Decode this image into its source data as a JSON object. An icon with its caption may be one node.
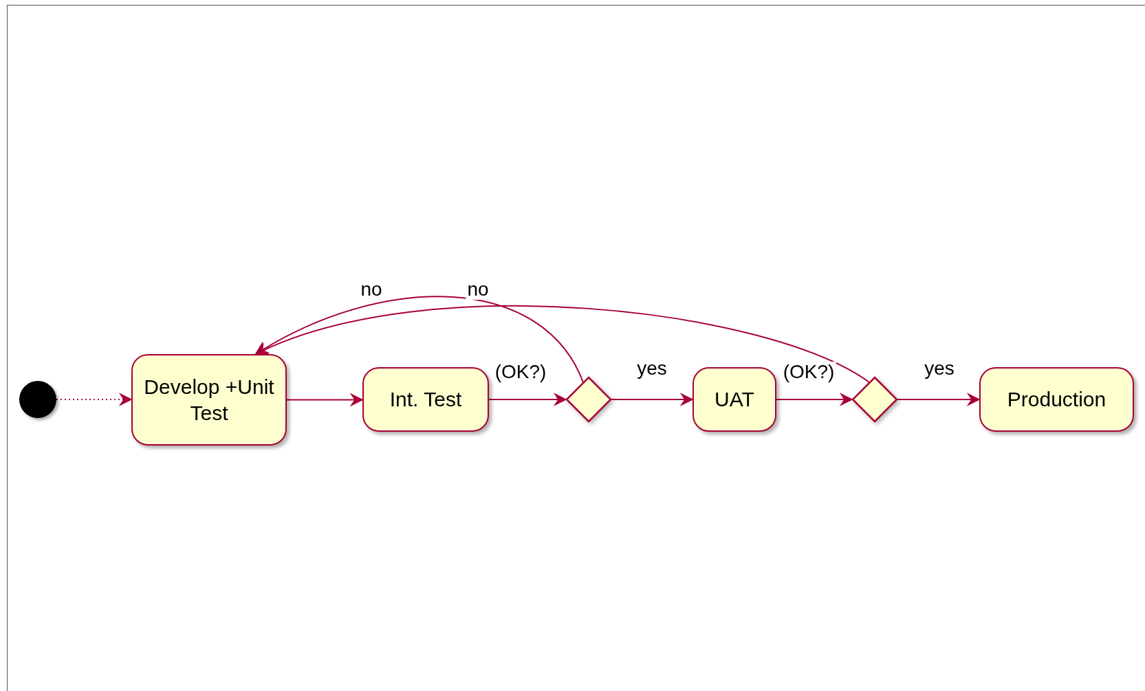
{
  "diagram": {
    "nodes": [
      {
        "text": [],
        "shape": "circle"
      },
      {
        "text": [
          "Develop +Unit Test"
        ]
      },
      {
        "text": [
          "Int. Test"
        ]
      },
      {
        "text": [],
        "shape": "diamond"
      },
      {
        "text": [
          "UAT"
        ]
      },
      {
        "text": [],
        "shape": "diamond"
      },
      {
        "text": [
          "Production"
        ]
      }
    ],
    "edges": [
      {
        "from": 0,
        "to": 1,
        "arrow": "to",
        "style": "dashed"
      },
      {
        "from": 1,
        "to": 2,
        "arrow": "to"
      },
      {
        "from": 2,
        "to": 3,
        "arrow": "to",
        "label": "(OK?)"
      },
      {
        "from": 3,
        "to": 4,
        "arrow": "to",
        "label": "yes"
      },
      {
        "from": 4,
        "to": 5,
        "arrow": "to",
        "label": "(OK?)"
      },
      {
        "from": 5,
        "to": 6,
        "arrow": "to",
        "label": "yes"
      },
      {
        "from": 3,
        "to": 1,
        "arrow": "to",
        "label": "no"
      },
      {
        "from": 5,
        "to": 1,
        "arrow": "to",
        "label": "no"
      }
    ]
  }
}
